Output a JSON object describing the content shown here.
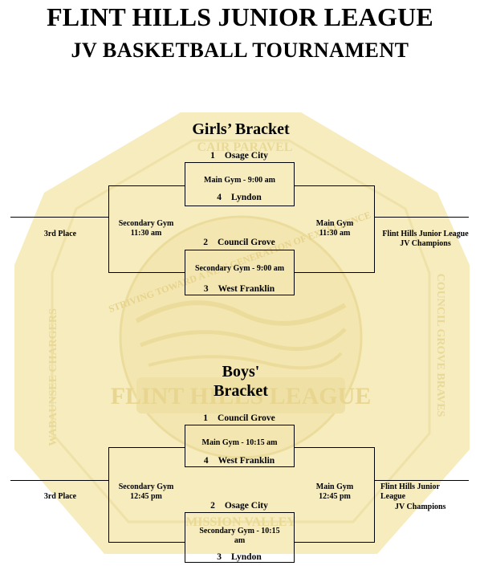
{
  "header": {
    "title": "FLINT HILLS JUNIOR LEAGUE",
    "subtitle": "JV BASKETBALL TOURNAMENT"
  },
  "watermark": {
    "ring_top": "CAIR PARAVEL",
    "ring_bottom": "MISSION VALLEY",
    "left_team": "WABAUNSEE CHARGERS",
    "right_team": "COUNCIL GROVE BRAVES",
    "motto": "STRIVING TOWARD A NEW GENERATION OF EXCELLENCE",
    "banner": "FLINT HILLS LEAGUE",
    "colors": {
      "gold": "#f6ecbe",
      "gold_dark": "#eee0a3"
    }
  },
  "girls": {
    "title": "Girls’ Bracket",
    "game1": {
      "seed_a": "1",
      "team_a": "Osage City",
      "location": "Main Gym - 9:00 am",
      "seed_b": "4",
      "team_b": "Lyndon"
    },
    "game2": {
      "seed_a": "2",
      "team_a": "Council Grove",
      "location": "Secondary Gym - 9:00 am",
      "seed_b": "3",
      "team_b": "West Franklin"
    },
    "consolation": {
      "location": "Secondary Gym",
      "time": "11:30 am",
      "result": "3rd Place"
    },
    "final": {
      "location": "Main Gym",
      "time": "11:30 am",
      "result_line1": "Flint Hills Junior League",
      "result_line2": "JV Champions"
    }
  },
  "boys": {
    "title_line1": "Boys'",
    "title_line2": "Bracket",
    "game1": {
      "seed_a": "1",
      "team_a": "Council Grove",
      "location": "Main Gym - 10:15 am",
      "seed_b": "4",
      "team_b": "West Franklin"
    },
    "game2": {
      "seed_a": "2",
      "team_a": "Osage City",
      "location_line1": "Secondary Gym - 10:15",
      "location_line2": "am",
      "seed_b": "3",
      "team_b": "Lyndon"
    },
    "consolation": {
      "location": "Secondary Gym",
      "time": "12:45 pm",
      "result": "3rd Place"
    },
    "final": {
      "location": "Main Gym",
      "time": "12:45 pm",
      "result_line1": "Flint Hills Junior",
      "result_line2": "League",
      "result_line3": "JV Champions"
    }
  }
}
